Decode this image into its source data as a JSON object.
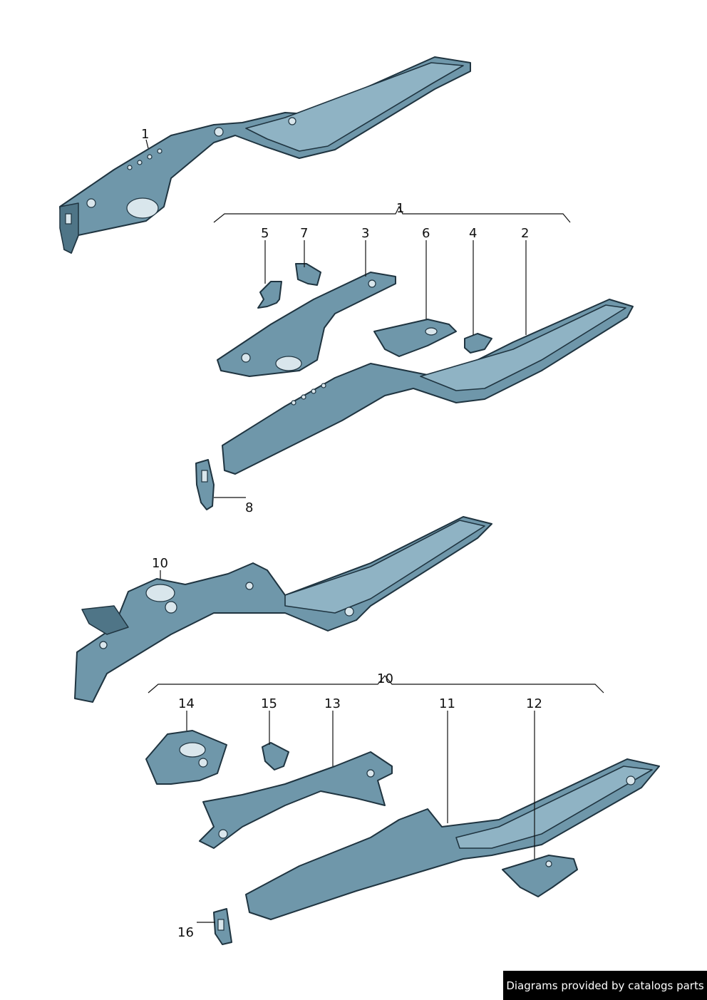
{
  "callouts": {
    "c1_top": "1",
    "c1_group": "1",
    "c5": "5",
    "c7": "7",
    "c3": "3",
    "c6": "6",
    "c4": "4",
    "c2": "2",
    "c8": "8",
    "c10_top": "10",
    "c10_group": "10",
    "c14": "14",
    "c15": "15",
    "c13": "13",
    "c11": "11",
    "c12": "12",
    "c16": "16"
  },
  "watermark": "Diagrams provided by catalogs parts",
  "colors": {
    "part_fill": "#6f97aa",
    "outline": "#1f3440",
    "watermark_bg": "#000000"
  }
}
